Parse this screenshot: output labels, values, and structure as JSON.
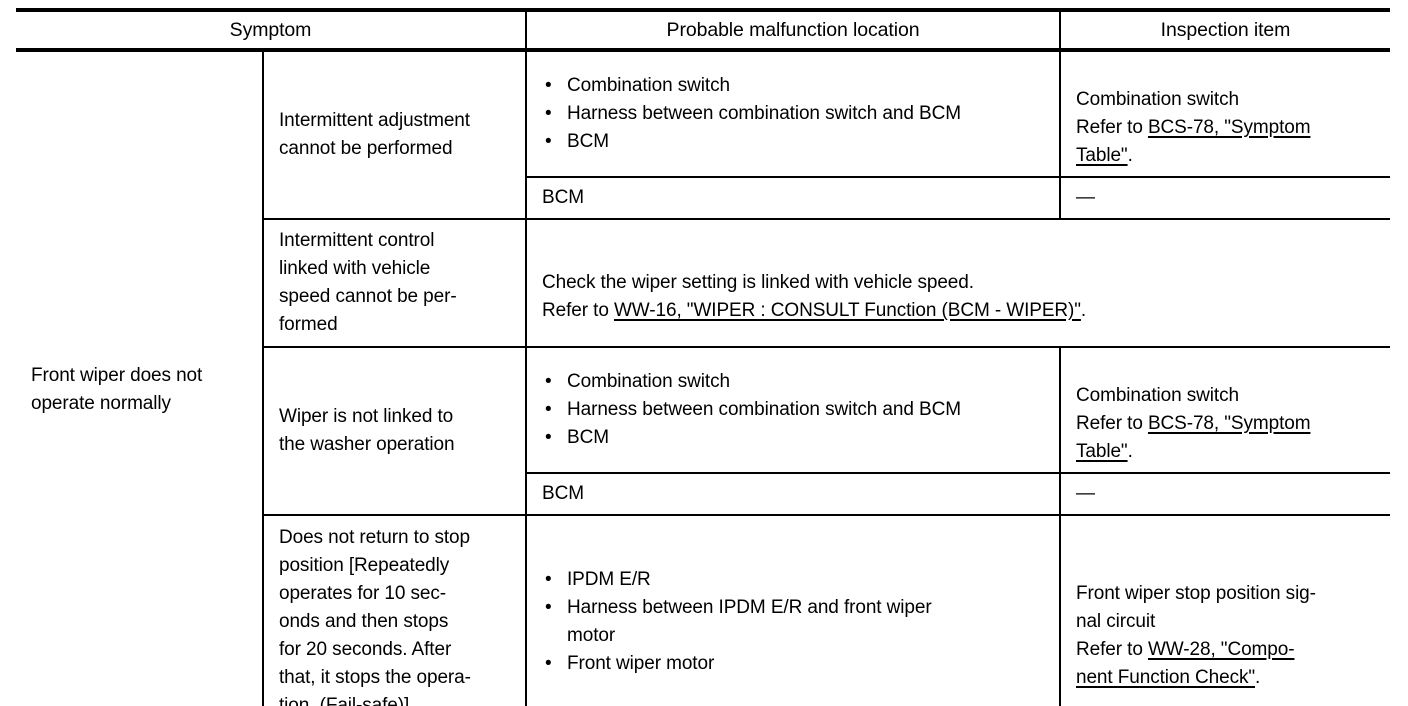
{
  "colors": {
    "text": "#000000",
    "background": "#ffffff",
    "border": "#000000"
  },
  "table": {
    "headers": {
      "symptom": "Symptom",
      "malfunction": "Probable malfunction location",
      "inspection": "Inspection item"
    },
    "symptom_group": "Front wiper does not\noperate normally",
    "row1": {
      "sub_symptom": "Intermittent adjustment\ncannot be performed",
      "locations": [
        "Combination switch",
        "Harness between combination switch and BCM",
        "BCM"
      ],
      "inspection_pre": "Combination switch\nRefer to ",
      "inspection_link": "BCS-78, \"Symptom\nTable\"",
      "inspection_post": "."
    },
    "row2": {
      "location": "BCM",
      "inspection": "—"
    },
    "row3": {
      "sub_symptom": "Intermittent control\nlinked with vehicle\nspeed cannot be per-\nformed",
      "check_pre": "Check the wiper setting is linked with vehicle speed.\nRefer to ",
      "check_link": "WW-16, \"WIPER : CONSULT Function (BCM - WIPER)\"",
      "check_post": "."
    },
    "row4": {
      "sub_symptom": "Wiper is not linked to\nthe washer operation",
      "locations": [
        "Combination switch",
        "Harness between combination switch and BCM",
        "BCM"
      ],
      "inspection_pre": "Combination switch\nRefer to ",
      "inspection_link": "BCS-78, \"Symptom\nTable\"",
      "inspection_post": "."
    },
    "row5": {
      "location": "BCM",
      "inspection": "—"
    },
    "row6": {
      "sub_symptom": "Does not return to stop\nposition [Repeatedly\noperates for 10 sec-\nonds and then stops\nfor 20 seconds. After\nthat, it stops the opera-\ntion. (Fail-safe)]",
      "locations": [
        "IPDM E/R",
        "Harness between IPDM E/R and front wiper\nmotor",
        "Front wiper motor"
      ],
      "inspection_pre": "Front wiper stop position sig-\nnal circuit\nRefer to ",
      "inspection_link": "WW-28, \"Compo-\nnent Function Check\"",
      "inspection_post": "."
    }
  }
}
